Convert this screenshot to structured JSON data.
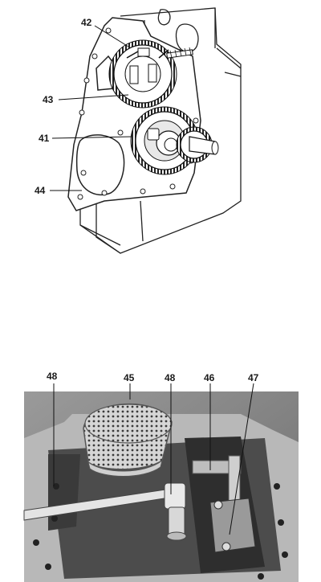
{
  "figure_top": {
    "callouts": {
      "c42": "42",
      "c43": "43",
      "c41": "41",
      "c44": "44"
    }
  },
  "figure_bottom": {
    "callouts": {
      "c48_left": "48",
      "c45": "45",
      "c48_right": "48",
      "c46": "46",
      "c47": "47"
    }
  }
}
